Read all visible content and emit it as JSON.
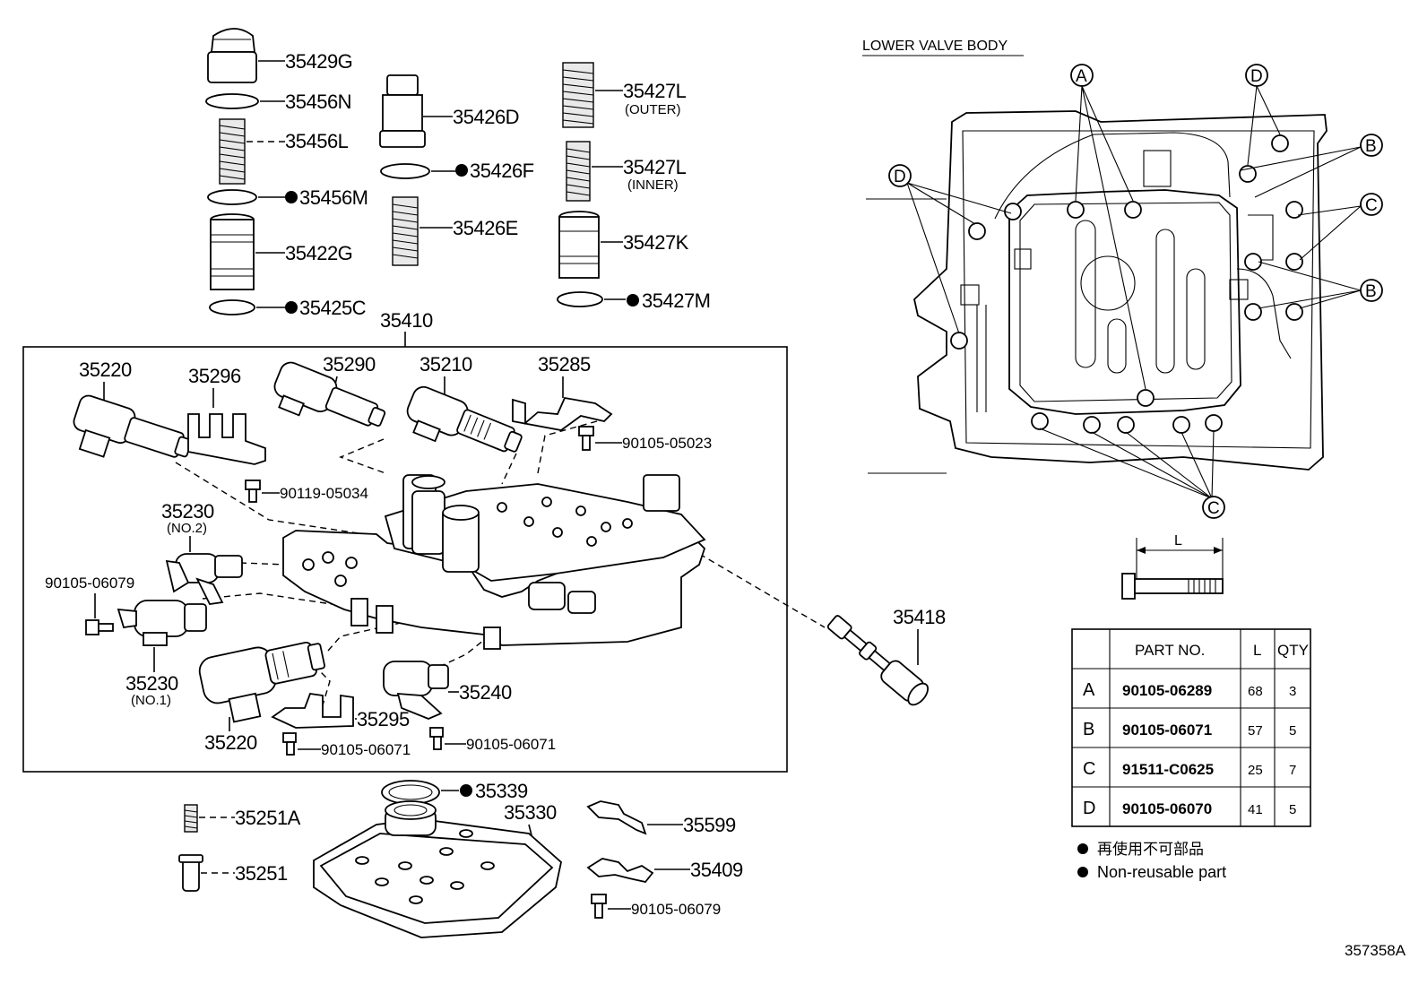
{
  "parts": {
    "p35429G": "35429G",
    "p35456N": "35456N",
    "p35456L": "35456L",
    "p35456M": "35456M",
    "p35422G": "35422G",
    "p35425C": "35425C",
    "p35426D": "35426D",
    "p35426F": "35426F",
    "p35426E": "35426E",
    "p35427L_outer": "35427L",
    "outer_note": "(OUTER)",
    "p35427L_inner": "35427L",
    "inner_note": "(INNER)",
    "p35427K": "35427K",
    "p35427M": "35427M",
    "p35410": "35410",
    "p35220_top": "35220",
    "p35296": "35296",
    "p35290": "35290",
    "p35210": "35210",
    "p35285": "35285",
    "p90105_05023": "90105-05023",
    "p90119_05034": "90119-05034",
    "p35230_no2": "35230",
    "no2_note": "(NO.2)",
    "p90105_06079_left": "90105-06079",
    "p35230_no1": "35230",
    "no1_note": "(NO.1)",
    "p35240": "35240",
    "p35295": "35295",
    "p35220_bottom": "35220",
    "p90105_06071_a": "90105-06071",
    "p90105_06071_b": "90105-06071",
    "p35418": "35418",
    "p35339": "35339",
    "p35330": "35330",
    "p35251A": "35251A",
    "p35251": "35251",
    "p35599": "35599",
    "p35409": "35409",
    "p90105_06079_bottom": "90105-06079"
  },
  "lower_valve_body": {
    "title": "LOWER VALVE BODY",
    "callouts": [
      "A",
      "D",
      "B",
      "C",
      "D",
      "B",
      "C"
    ],
    "dimension_label": "L"
  },
  "bolt_table": {
    "headers": [
      "",
      "PART NO.",
      "L",
      "QTY"
    ],
    "rows": [
      {
        "key": "A",
        "part_no": "90105-06289",
        "l": "68",
        "qty": "3"
      },
      {
        "key": "B",
        "part_no": "90105-06071",
        "l": "57",
        "qty": "5"
      },
      {
        "key": "C",
        "part_no": "91511-C0625",
        "l": "25",
        "qty": "7"
      },
      {
        "key": "D",
        "part_no": "90105-06070",
        "l": "41",
        "qty": "5"
      }
    ]
  },
  "legend": {
    "jp": "再使用不可部品",
    "en": "Non-reusable part"
  },
  "diagram_id": "357358A"
}
